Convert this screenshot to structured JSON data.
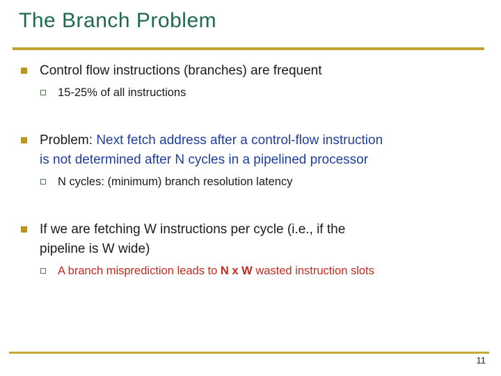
{
  "slide": {
    "title": "The Branch Problem",
    "page_number": "11",
    "colors": {
      "title_green": "#1F6A4E",
      "rule_gold": "#BFA22F",
      "bullet_square_gold": "#BA9523",
      "sub_bullet_outline_green": "#4E7B4E",
      "body_text": "#1a1a1a",
      "accent_blue": "#1E3E9E",
      "accent_red": "#C32B20"
    },
    "icons": {
      "level1_bullet": "filled-square",
      "level2_bullet": "hollow-square"
    },
    "bullets": [
      {
        "segments": [
          {
            "text": "Control flow instructions (branches) are frequent",
            "color": "black",
            "bold": false
          }
        ],
        "subs": [
          {
            "segments": [
              {
                "text": "15-25% of all instructions",
                "color": "black",
                "bold": false
              }
            ]
          }
        ]
      },
      {
        "segments": [
          {
            "text": "Problem: ",
            "color": "black",
            "bold": false
          },
          {
            "text": "Next fetch address after a control-flow instruction\nis not determined after N cycles in a pipelined processor",
            "color": "blue",
            "bold": false
          }
        ],
        "subs": [
          {
            "segments": [
              {
                "text": "N cycles: (minimum) branch resolution latency",
                "color": "black",
                "bold": false
              }
            ]
          }
        ]
      },
      {
        "segments": [
          {
            "text": "If we are fetching W instructions per cycle (i.e., if the\npipeline is W wide)",
            "color": "black",
            "bold": false
          }
        ],
        "subs": [
          {
            "segments": [
              {
                "text": "A branch misprediction leads to ",
                "color": "red",
                "bold": false
              },
              {
                "text": "N x W",
                "color": "red",
                "bold": true
              },
              {
                "text": " wasted instruction slots",
                "color": "red",
                "bold": false
              }
            ]
          }
        ]
      }
    ]
  }
}
